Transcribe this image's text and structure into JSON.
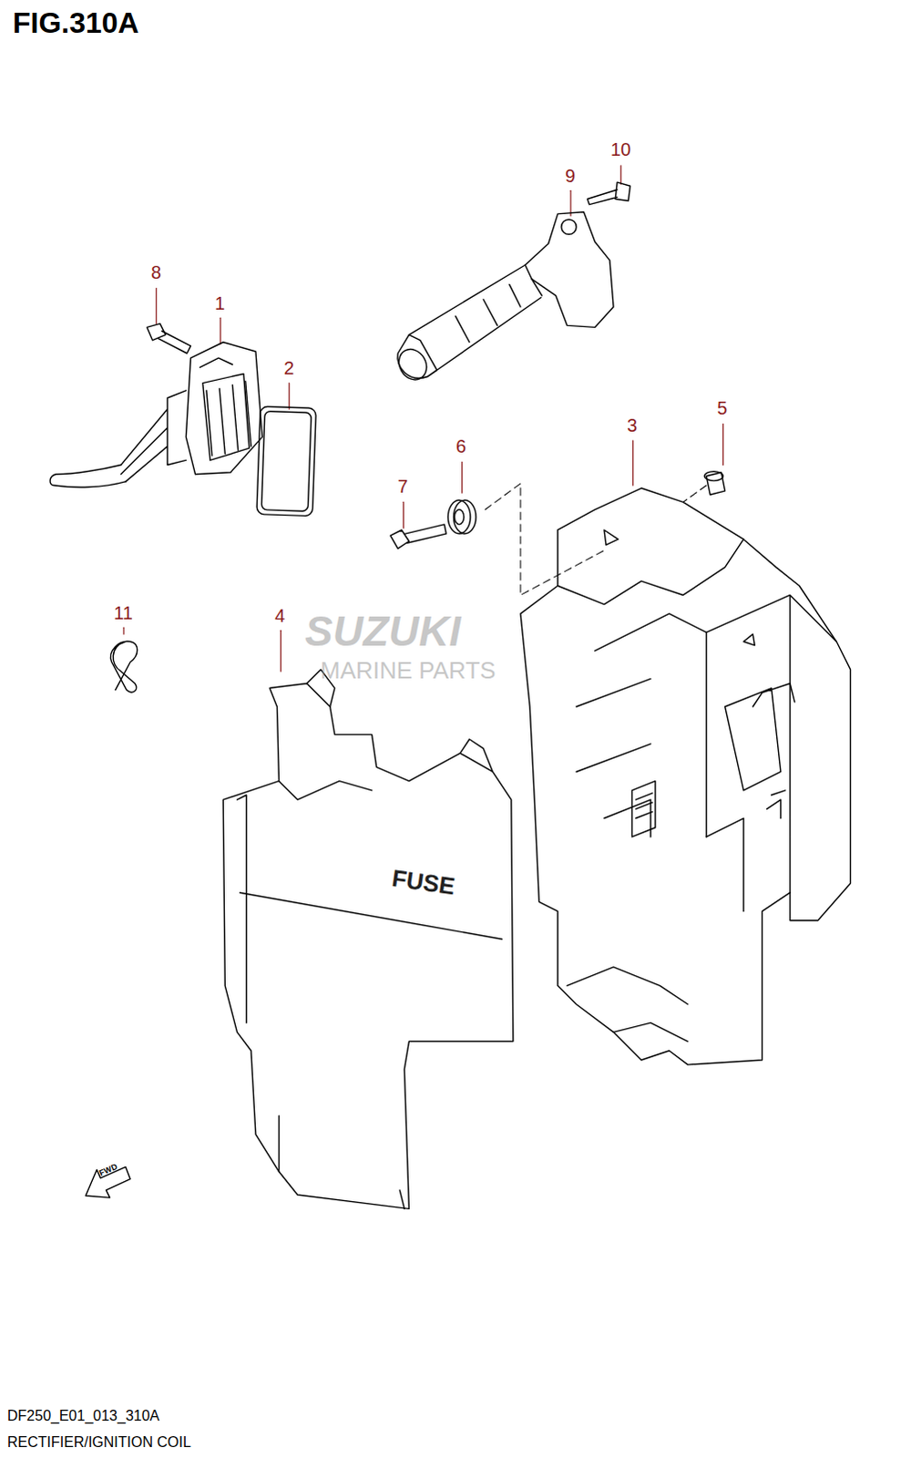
{
  "diagram": {
    "title": "FIG.310A",
    "labels": [
      "1",
      "2",
      "3",
      "4",
      "5",
      "6",
      "7",
      "8",
      "9",
      "10",
      "11",
      "FUSE",
      "FWD",
      "SUZUKI",
      "MARINE PARTS",
      "DF250_E01_013_310A",
      "RECTIFIER/IGNITION COIL"
    ]
  }
}
